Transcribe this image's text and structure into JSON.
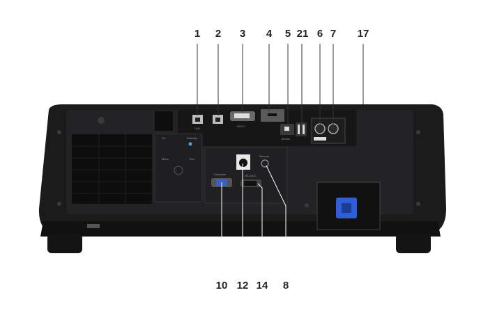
{
  "callouts_top": [
    "1",
    "2",
    "3",
    "4",
    "5",
    "21",
    "6",
    "7",
    "17"
  ],
  "callouts_bottom": [
    "10",
    "12",
    "14",
    "8"
  ],
  "port_labels": {
    "lan": "LAN",
    "dvi": "DVI-D",
    "service": "Service",
    "computer": "Computer",
    "rs232c": "RS-232C",
    "remote": "Remote",
    "on": "On",
    "standby": "Standby",
    "menu": "Menu",
    "esc": "Esc"
  },
  "colors": {
    "body": "#1b1b1c",
    "panel": "#262628",
    "label": "#222222",
    "vga": "#3a5fc8",
    "power": "#2f5fd6"
  }
}
